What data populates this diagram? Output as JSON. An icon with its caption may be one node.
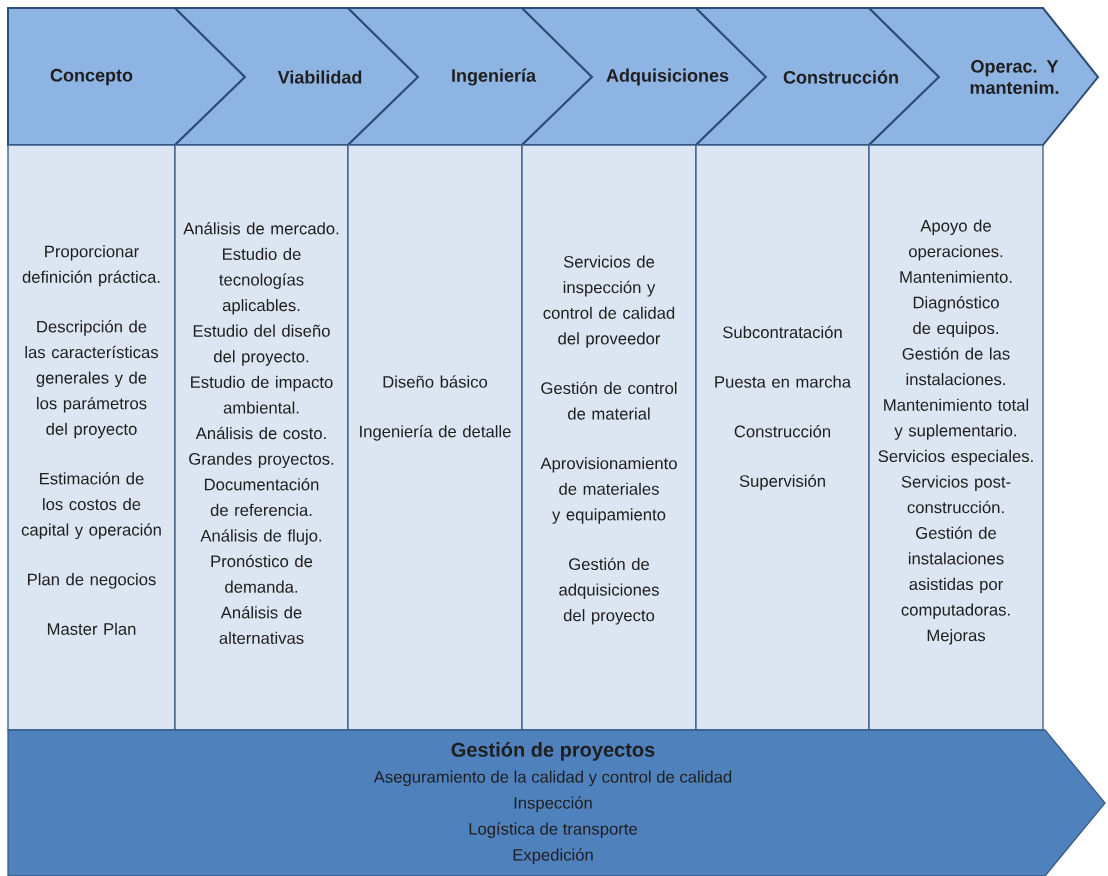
{
  "diagram": {
    "nodes": [
      {
        "text": [
          "Concepto"
        ]
      },
      {
        "text": [
          "Viabilidad"
        ]
      },
      {
        "text": [
          "Ingeniería"
        ]
      },
      {
        "text": [
          "Adquisiciones"
        ]
      },
      {
        "text": [
          "Construcción"
        ]
      },
      {
        "text": [
          "Operac. Y mantenim."
        ]
      },
      {
        "text": [
          "Proporcionar definición práctica.",
          "Descripción de las características generales y de los parámetros del proyecto",
          "Estimación de los costos de capital y operación",
          "Plan de negocios",
          "Master Plan"
        ]
      },
      {
        "text": [
          "Análisis de mercado.",
          "Estudio de tecnologías aplicables.",
          "Estudio del diseño del proyecto.",
          "Estudio de impacto ambiental.",
          "Análisis de costo.",
          "Grandes proyectos.",
          "Documentación de referencia.",
          "Análisis de flujo.",
          "Pronóstico de demanda.",
          "Análisis de alternativas"
        ]
      },
      {
        "text": [
          "Diseño básico",
          "Ingeniería de detalle"
        ]
      },
      {
        "text": [
          "Servicios de inspección y control de calidad del proveedor",
          "Gestión de control de material",
          "Aprovisionamiento de materiales y equipamiento",
          "Gestión de adquisiciones del proyecto"
        ]
      },
      {
        "text": [
          "Subcontratación",
          "Puesta en marcha",
          "Construcción",
          "Supervisión"
        ]
      },
      {
        "text": [
          "Apoyo de operaciones.",
          "Mantenimiento.",
          "Diagnóstico de equipos.",
          "Gestión de las instalaciones.",
          "Mantenimiento total y suplementario.",
          "Servicios especiales.",
          "Servicios post-construcción.",
          "Gestión de instalaciones asistidas por computadoras.",
          "Mejoras"
        ]
      },
      {
        "text": [
          "Gestión de proyectos",
          "Aseguramiento de la calidad y control de calidad",
          "Inspección",
          "Logística de transporte",
          "Expedición"
        ]
      }
    ]
  }
}
